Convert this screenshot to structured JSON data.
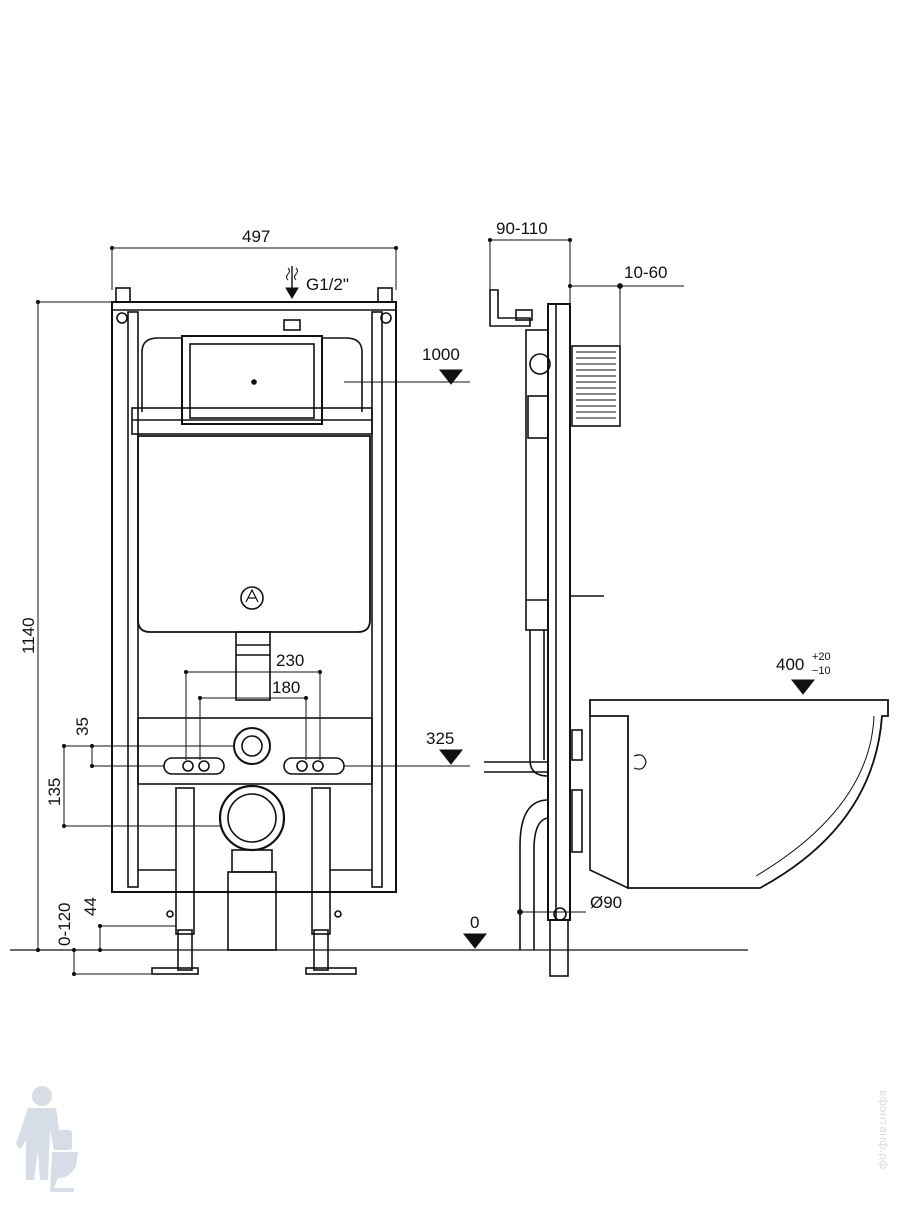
{
  "front_view": {
    "width_label": "497",
    "water_inlet_label": "G1/2\"",
    "height_label": "1140",
    "cistern_level_label": "1000",
    "bolt_spacing_outer_label": "230",
    "bolt_spacing_inner_label": "180",
    "bolt_offset_label": "35",
    "outlet_offset_label": "135",
    "outlet_height_label": "325",
    "foot_height_label": "44",
    "leg_adjust_label": "0-120",
    "brand_logo": "ideal-standard-logo-icon"
  },
  "side_view": {
    "wall_depth_label": "90-110",
    "front_depth_label": "10-60",
    "floor_level_label": "0",
    "drain_diameter_label": "Ø90",
    "bowl_height_main": "400",
    "bowl_height_tol_plus": "+20",
    "bowl_height_tol_minus": "−10"
  },
  "watermark": {
    "icon": "plumber-mascot-icon",
    "side_text": "вфонтанф.рф"
  },
  "colors": {
    "line": "#111111",
    "watermark": "#d6dde6"
  }
}
